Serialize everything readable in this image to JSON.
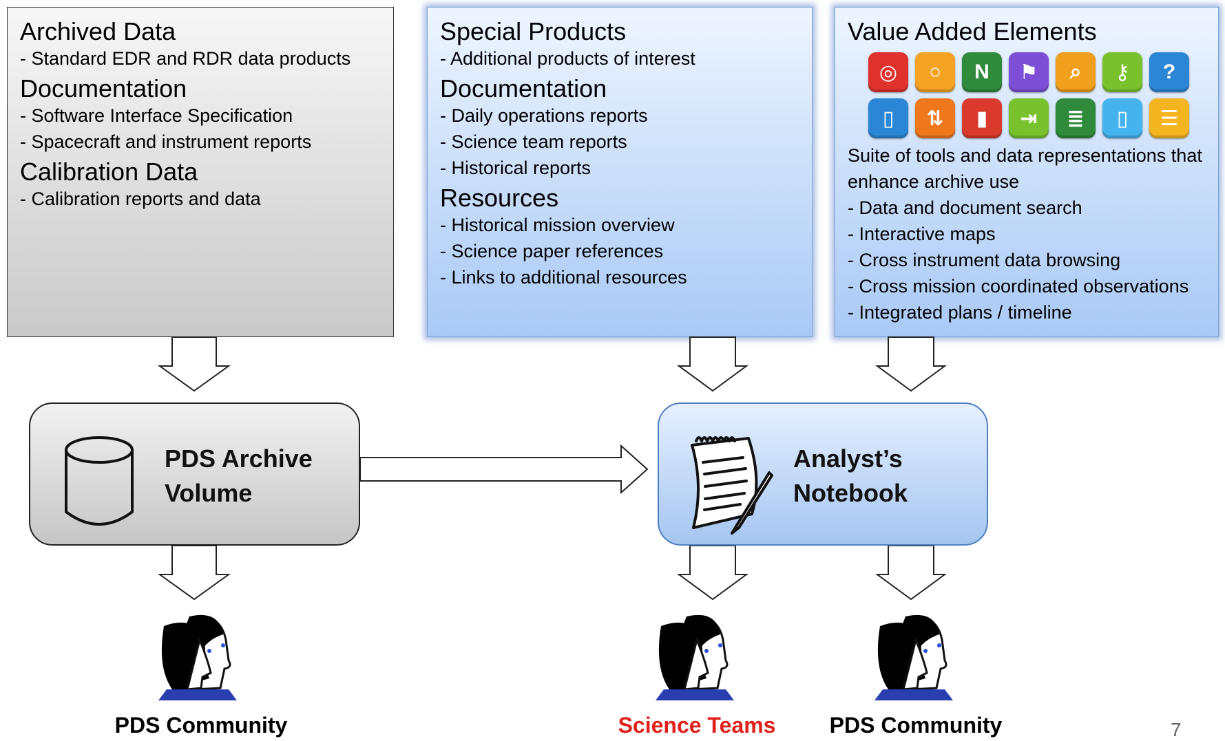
{
  "panels": {
    "archived": {
      "sections": [
        {
          "title": "Archived Data",
          "items": [
            "- Standard EDR and RDR data products"
          ]
        },
        {
          "title": "Documentation",
          "items": [
            "- Software Interface Specification",
            "- Spacecraft and instrument reports"
          ]
        },
        {
          "title": "Calibration Data",
          "items": [
            "- Calibration reports and data"
          ]
        }
      ]
    },
    "special": {
      "sections": [
        {
          "title": "Special Products",
          "items": [
            "- Additional products of interest"
          ]
        },
        {
          "title": "Documentation",
          "items": [
            "- Daily operations reports",
            "- Science team reports",
            "- Historical reports"
          ]
        },
        {
          "title": "Resources",
          "items": [
            "- Historical mission overview",
            "- Science paper references",
            "- Links to additional resources"
          ]
        }
      ]
    },
    "value_added": {
      "title": "Value Added Elements",
      "icons": [
        {
          "name": "target-icon",
          "color": "#e0322d",
          "glyph": "◎"
        },
        {
          "name": "ring-icon",
          "color": "#f4a422",
          "glyph": "○"
        },
        {
          "name": "north-arrow-icon",
          "color": "#2f8a3c",
          "glyph": "N"
        },
        {
          "name": "flag-icon",
          "color": "#7d4fd6",
          "glyph": "⚑"
        },
        {
          "name": "magnifier-icon",
          "color": "#f0a01c",
          "glyph": "⌕"
        },
        {
          "name": "key-icon",
          "color": "#79c22e",
          "glyph": "⚷"
        },
        {
          "name": "help-icon",
          "color": "#2c86d6",
          "glyph": "?"
        },
        {
          "name": "document-icon",
          "color": "#2c86d6",
          "glyph": "▯"
        },
        {
          "name": "sort-arrows-icon",
          "color": "#f0781c",
          "glyph": "⇅"
        },
        {
          "name": "bar-chart-icon",
          "color": "#d93a2b",
          "glyph": "▮"
        },
        {
          "name": "import-arrow-icon",
          "color": "#79c22e",
          "glyph": "⇥"
        },
        {
          "name": "sheet-icon",
          "color": "#2f8a3c",
          "glyph": "≣"
        },
        {
          "name": "page-icon",
          "color": "#45b4ee",
          "glyph": "▯"
        },
        {
          "name": "timeline-icon",
          "color": "#f5b520",
          "glyph": "☰"
        }
      ],
      "description": "Suite of tools and data representations that enhance archive use",
      "items": [
        "- Data and document search",
        "- Interactive maps",
        "- Cross instrument data browsing",
        "- Cross mission coordinated observations",
        "- Integrated plans / timeline"
      ]
    }
  },
  "boxes": {
    "archive": {
      "label_line1": "PDS Archive",
      "label_line2": "Volume"
    },
    "notebook": {
      "label_line1": "Analyst’s",
      "label_line2": "Notebook"
    }
  },
  "people": [
    {
      "label": "PDS Community",
      "color": "#000000"
    },
    {
      "label": "Science Teams",
      "color": "#e0201b"
    },
    {
      "label": "PDS Community",
      "color": "#000000"
    }
  ],
  "slide_number": "7"
}
